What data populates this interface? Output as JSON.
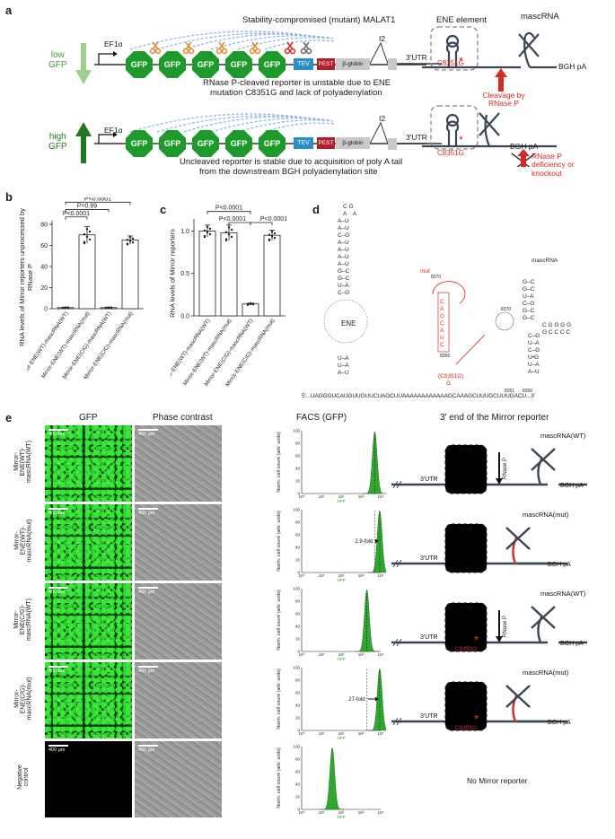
{
  "panels": {
    "a": "a",
    "b": "b",
    "c": "c",
    "d": "d",
    "e": "e"
  },
  "a": {
    "low": "low",
    "high": "high",
    "gfp_word": "GFP",
    "ef1a": "EF1α",
    "gfp": "GFP",
    "tev": "TEV",
    "pest": "PEST",
    "bglobin": "β-globin",
    "i2": "I2",
    "utr": "3'UTR",
    "bghpa": "BGH pA",
    "malat": "Stability-compromised (mutant) MALAT1",
    "ene": "ENE element",
    "mascrna": "mascRNA",
    "c8351g": "C8351G",
    "cleavage": "Cleavage by RNase P",
    "top_caption1": "RNase P-cleaved reporter is unstable due to ENE",
    "top_caption2": "mutation C8351G and lack of polyadenylation",
    "bot_caption1": "Uncleaved reporter is stable due to acquisition of poly A tail",
    "bot_caption2": "from the downstream BGH polyadenylation site",
    "deficiency": "RNase P deficiency or knockout"
  },
  "b": {
    "ylabel": "RNA levels of Mirror reporters unprocessed by RNase P",
    "yticks": [
      "0",
      "20",
      "40",
      "60",
      "80"
    ],
    "pvals": [
      "P<0.0001",
      "P=0.99",
      "P<0.0001"
    ],
    "categories": [
      "Mirror-ENE(WT)-mascRNA(WT)",
      "Mirror-ENE(WT)-mascRNA(mut)",
      "Mirror-ENE(C/G)-mascRNA(WT)",
      "Mirror-ENE(C/G)-mascRNA(mut)"
    ]
  },
  "c": {
    "ylabel": "RNA levels of Mirror reporters",
    "yticks": [
      "0.0",
      "0.5",
      "1.0"
    ],
    "pvals": [
      "P<0.0001",
      "P<0.0001",
      "P<0.0001"
    ],
    "categories": [
      "Mirror-ENE(WT)-mascRNA(WT)",
      "Mirror-ENE(WT)-mascRNA(mut)",
      "Mirror-ENE(C/G)-mascRNA(WT)",
      "Mirror-ENE(C/G)-mascRNA(mut)"
    ]
  },
  "d": {
    "ene": "ENE",
    "mut": "mut",
    "mascrna": "mascRNA",
    "c8351g": "(C8351G)",
    "g": "G",
    "n8370": "8370",
    "n8370b": "8370",
    "n8356": "8356",
    "n8351": "8351",
    "n8356b": "8356",
    "seq": "5'...UAGGGUCAUGUUGUUCUAGCUUAAAAAAAAAAAAGCAAAGCUUUGCUUUGACU...3'"
  },
  "e": {
    "col_gfp": "GFP",
    "col_phase": "Phase contrast",
    "col_facs": "FACS (GFP)",
    "col_end": "3' end of the Mirror reporter",
    "scale": "400 µm",
    "rows": [
      {
        "label": "Mirror-ENE(WT)-mascRNA(WT)",
        "right": "mascRNA(WT)",
        "ene_type": "WT"
      },
      {
        "label": "Mirror-ENE(WT)-mascRNA(mut)",
        "right": "mascRNA(mut)",
        "ene_type": "WT"
      },
      {
        "label": "Mirror-ENE(C/G)-mascRNA(WT)",
        "right": "mascRNA(WT)",
        "ene_type": "C8351G"
      },
      {
        "label": "Mirror-ENE(C/G)-mascRNA(mut)",
        "right": "mascRNA(mut)",
        "ene_type": "C8351G"
      },
      {
        "label": "Negative control",
        "right": "No Mirror reporter",
        "ene_type": ""
      }
    ],
    "facs_ylabel": "Norm. cell count (arb. units)",
    "facs_xlabel": "GFP",
    "facs_xticks": [
      "10⁰",
      "10¹",
      "10²",
      "10³",
      "10⁴"
    ],
    "facs_yticks": [
      "0",
      "20",
      "40",
      "60",
      "80",
      "100"
    ],
    "fold1": "2.9-fold",
    "fold2": "27-fold",
    "utr": "3'UTR",
    "ene": "ENE",
    "bghpa": "BGH pA",
    "rnasep": "RNase P",
    "wt": "WT",
    "c8351g": "C8351G"
  },
  "chart_data": [
    {
      "type": "bar",
      "title": "",
      "ylabel": "RNA levels of Mirror reporters unprocessed by RNase P",
      "categories": [
        "Mirror-ENE(WT)-mascRNA(WT)",
        "Mirror-ENE(WT)-mascRNA(mut)",
        "Mirror-ENE(C/G)-mascRNA(WT)",
        "Mirror-ENE(C/G)-mascRNA(mut)"
      ],
      "values": [
        1,
        70,
        1,
        65
      ],
      "errors": [
        0.3,
        8,
        0.3,
        4
      ],
      "ylim": [
        0,
        80
      ]
    },
    {
      "type": "bar",
      "title": "",
      "ylabel": "RNA levels of Mirror reporters",
      "categories": [
        "Mirror-ENE(WT)-mascRNA(WT)",
        "Mirror-ENE(WT)-mascRNA(mut)",
        "Mirror-ENE(C/G)-mascRNA(WT)",
        "Mirror-ENE(C/G)-mascRNA(mut)"
      ],
      "values": [
        1.0,
        0.98,
        0.14,
        0.95
      ],
      "errors": [
        0.07,
        0.09,
        0.01,
        0.06
      ],
      "ylim": [
        0,
        1.1
      ]
    }
  ],
  "colors": {
    "gfp_green": "#1e9a2c",
    "tev": "#2a8fc9",
    "pest": "#b41e28",
    "red": "#d42a24",
    "rna": "#3b4654"
  }
}
